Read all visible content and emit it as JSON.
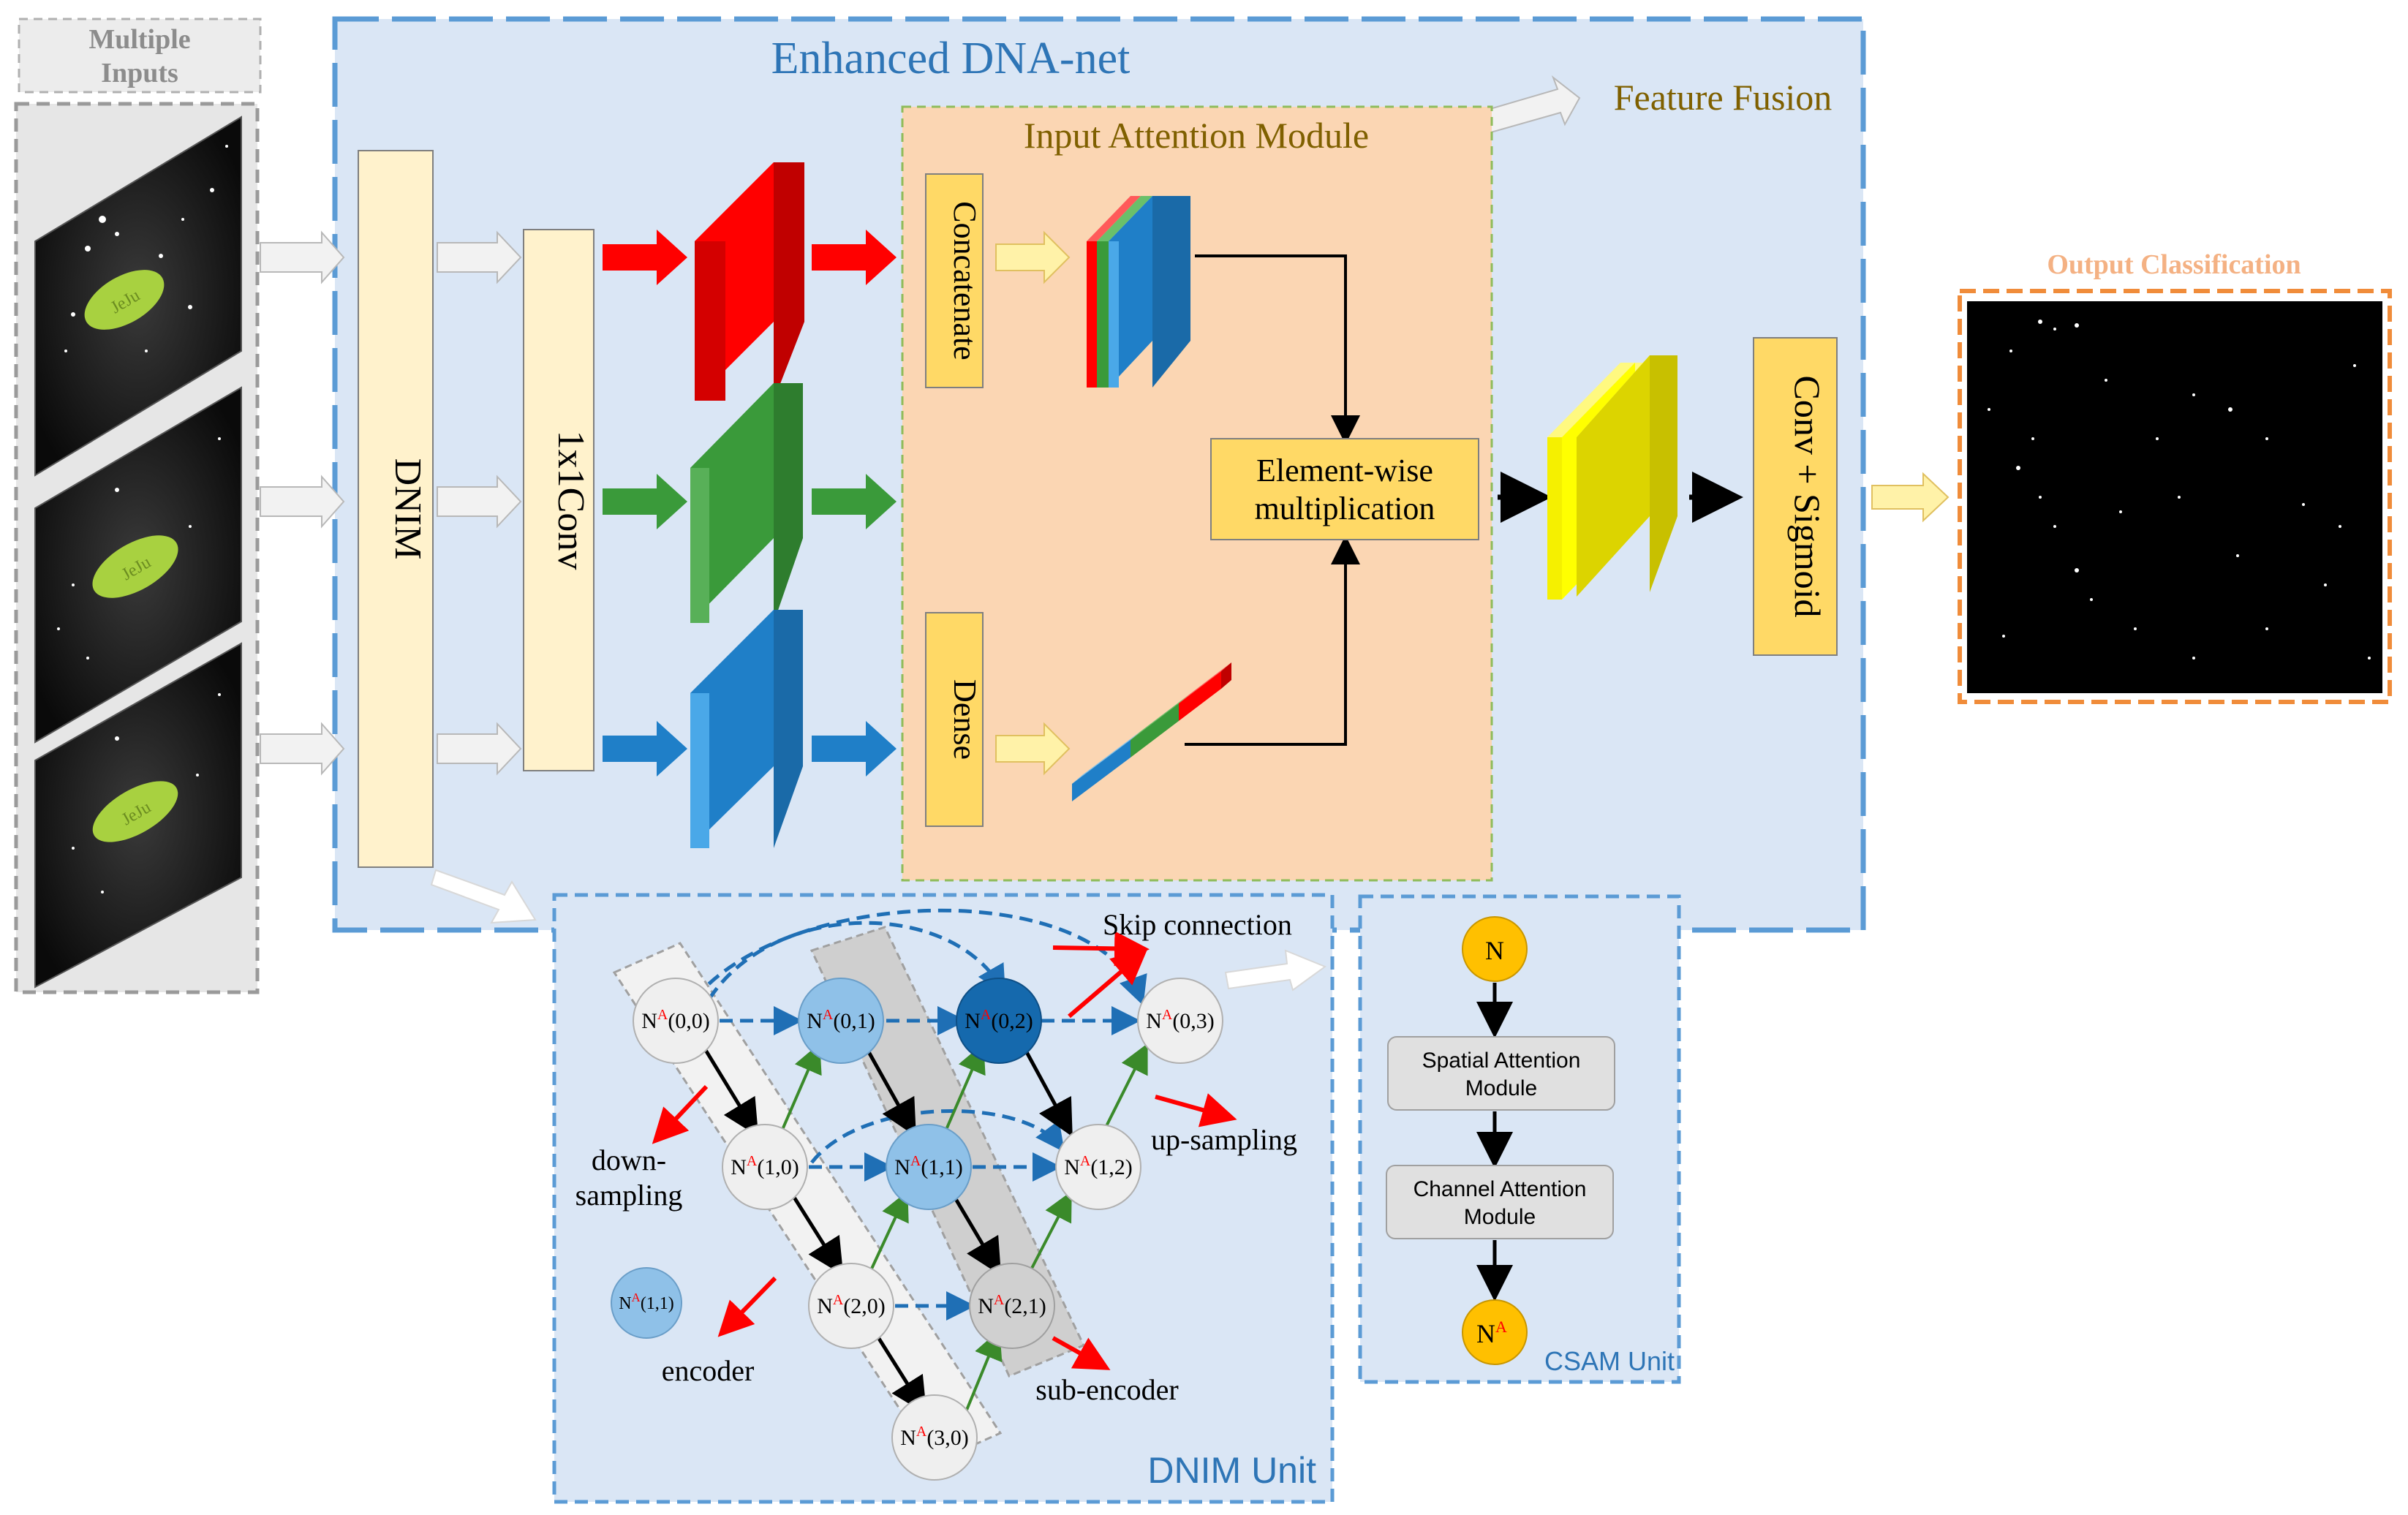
{
  "panels": {
    "inputs": {
      "title_line1": "Multiple",
      "title_line2": "Inputs",
      "jeju_label": "JeJu"
    },
    "main": {
      "title": "Enhanced DNA-net",
      "feature_fusion": "Feature Fusion"
    },
    "dnim_block": {
      "label": "DNIM"
    },
    "conv1x1": {
      "label": "1x1Conv"
    },
    "iam": {
      "title": "Input Attention Module",
      "concatenate": "Concatenate",
      "dense": "Dense",
      "ew_line1": "Element-wise",
      "ew_line2": "multiplication"
    },
    "conv_sigmoid": {
      "label": "Conv + Sigmoid"
    },
    "output": {
      "title": "Output  Classification"
    },
    "dnim_unit": {
      "title": "DNIM Unit",
      "skip_connection": "Skip connection",
      "down_line1": "down-",
      "down_line2": "sampling",
      "up_sampling": "up-sampling",
      "encoder": "encoder",
      "sub_encoder": "sub-encoder",
      "nodes": {
        "n00": "(0,0)",
        "n01": "(0,1)",
        "n02": "(0,2)",
        "n03": "(0,3)",
        "n10": "(1,0)",
        "n11": "(1,1)",
        "n12": "(1,2)",
        "n20": "(2,0)",
        "n21": "(2,1)",
        "n30": "(3,0)",
        "legend": "(1,1)"
      },
      "node_prefix": "N",
      "node_superscript": "A"
    },
    "csam_unit": {
      "title": "CSAM Unit",
      "n_top": "N",
      "spatial_line1": "Spatial Attention",
      "spatial_line2": "Module",
      "channel_line1": "Channel Attention",
      "channel_line2": "Module",
      "n_bottom": "N",
      "n_bottom_sup": "A"
    }
  },
  "colors": {
    "main_bg": "#dae6f5",
    "main_border": "#5b9bd5",
    "iam_bg": "#fbd6b3",
    "red": "#ff0000",
    "green": "#3a9a3a",
    "blue": "#1f7fc8",
    "yellow": "#f5f000",
    "label_box": "#ffd966",
    "output_border": "#f08c3a",
    "title_blue": "#2e75b6",
    "fusion_text": "#7f6000"
  }
}
